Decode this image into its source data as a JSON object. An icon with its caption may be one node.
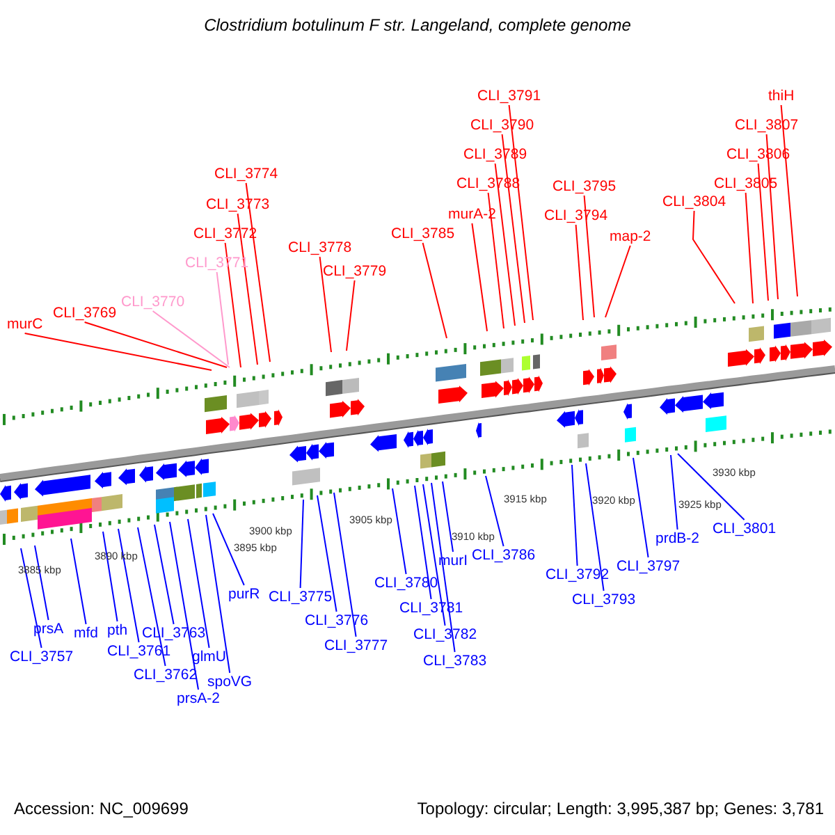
{
  "diagram": {
    "title": "Clostridium botulinum F str. Langeland, complete genome",
    "nodes": [
      {
        "text": [
          "murC"
        ]
      },
      {
        "text": [
          "CLI_3769"
        ]
      },
      {
        "text": [
          "CLI_3770"
        ]
      },
      {
        "text": [
          "CLI_3771"
        ]
      },
      {
        "text": [
          "CLI_3772"
        ]
      },
      {
        "text": [
          "CLI_3773"
        ]
      },
      {
        "text": [
          "CLI_3774"
        ]
      },
      {
        "text": [
          "CLI_3778"
        ]
      },
      {
        "text": [
          "CLI_3779"
        ]
      },
      {
        "text": [
          "CLI_3785"
        ]
      },
      {
        "text": [
          "murA-2"
        ]
      },
      {
        "text": [
          "CLI_3788"
        ]
      },
      {
        "text": [
          "CLI_3789"
        ]
      },
      {
        "text": [
          "CLI_3790"
        ]
      },
      {
        "text": [
          "CLI_3791"
        ]
      },
      {
        "text": [
          "CLI_3794"
        ]
      },
      {
        "text": [
          "CLI_3795"
        ]
      },
      {
        "text": [
          "map-2"
        ]
      },
      {
        "text": [
          "CLI_3804"
        ]
      },
      {
        "text": [
          "CLI_3805"
        ]
      },
      {
        "text": [
          "CLI_3806"
        ]
      },
      {
        "text": [
          "CLI_3807"
        ]
      },
      {
        "text": [
          "thiH"
        ]
      },
      {
        "text": [
          "CLI_3757"
        ]
      },
      {
        "text": [
          "prsA"
        ]
      },
      {
        "text": [
          "mfd"
        ]
      },
      {
        "text": [
          "pth"
        ]
      },
      {
        "text": [
          "CLI_3761"
        ]
      },
      {
        "text": [
          "CLI_3763"
        ]
      },
      {
        "text": [
          "CLI_3762"
        ]
      },
      {
        "text": [
          "prsA-2"
        ]
      },
      {
        "text": [
          "glmU"
        ]
      },
      {
        "text": [
          "spoVG"
        ]
      },
      {
        "text": [
          "purR"
        ]
      },
      {
        "text": [
          "CLI_3775"
        ]
      },
      {
        "text": [
          "CLI_3776"
        ]
      },
      {
        "text": [
          "CLI_3777"
        ]
      },
      {
        "text": [
          "CLI_3780"
        ]
      },
      {
        "text": [
          "CLI_3781"
        ]
      },
      {
        "text": [
          "CLI_3782"
        ]
      },
      {
        "text": [
          "CLI_3783"
        ]
      },
      {
        "text": [
          "murI"
        ]
      },
      {
        "text": [
          "CLI_3786"
        ]
      },
      {
        "text": [
          "CLI_3792"
        ]
      },
      {
        "text": [
          "CLI_3793"
        ]
      },
      {
        "text": [
          "CLI_3797"
        ]
      },
      {
        "text": [
          "prdB-2"
        ]
      },
      {
        "text": [
          "CLI_3801"
        ]
      }
    ],
    "edges": [
      {
        "from": 0,
        "to": null,
        "arrow": "none",
        "color": "#ff0000"
      },
      {
        "from": 1,
        "to": null,
        "arrow": "none",
        "color": "#ff0000"
      },
      {
        "from": 2,
        "to": null,
        "arrow": "none",
        "color": "#ff99cc"
      },
      {
        "from": 3,
        "to": null,
        "arrow": "none",
        "color": "#ff99cc"
      },
      {
        "from": 4,
        "to": null,
        "arrow": "none",
        "color": "#ff0000"
      },
      {
        "from": 5,
        "to": null,
        "arrow": "none",
        "color": "#ff0000"
      },
      {
        "from": 6,
        "to": null,
        "arrow": "none",
        "color": "#ff0000"
      },
      {
        "from": 7,
        "to": null,
        "arrow": "none",
        "color": "#ff0000"
      },
      {
        "from": 8,
        "to": null,
        "arrow": "none",
        "color": "#ff0000"
      },
      {
        "from": 9,
        "to": null,
        "arrow": "none",
        "color": "#ff0000"
      },
      {
        "from": 10,
        "to": null,
        "arrow": "none",
        "color": "#ff0000"
      },
      {
        "from": 11,
        "to": null,
        "arrow": "none",
        "color": "#ff0000"
      },
      {
        "from": 12,
        "to": null,
        "arrow": "none",
        "color": "#ff0000"
      },
      {
        "from": 13,
        "to": null,
        "arrow": "none",
        "color": "#ff0000"
      },
      {
        "from": 14,
        "to": null,
        "arrow": "none",
        "color": "#ff0000"
      },
      {
        "from": 15,
        "to": null,
        "arrow": "none",
        "color": "#ff0000"
      },
      {
        "from": 16,
        "to": null,
        "arrow": "none",
        "color": "#ff0000"
      },
      {
        "from": 17,
        "to": null,
        "arrow": "none",
        "color": "#ff0000"
      },
      {
        "from": 18,
        "to": null,
        "arrow": "none",
        "color": "#ff0000"
      },
      {
        "from": 19,
        "to": null,
        "arrow": "none",
        "color": "#ff0000"
      },
      {
        "from": 20,
        "to": null,
        "arrow": "none",
        "color": "#ff0000"
      },
      {
        "from": 21,
        "to": null,
        "arrow": "none",
        "color": "#ff0000"
      },
      {
        "from": 22,
        "to": null,
        "arrow": "none",
        "color": "#ff0000"
      },
      {
        "from": 23,
        "to": null,
        "arrow": "none"
      },
      {
        "from": 24,
        "to": null,
        "arrow": "none"
      },
      {
        "from": 25,
        "to": null,
        "arrow": "none"
      },
      {
        "from": 26,
        "to": null,
        "arrow": "none"
      },
      {
        "from": 27,
        "to": null,
        "arrow": "none"
      },
      {
        "from": 28,
        "to": null,
        "arrow": "none"
      },
      {
        "from": 29,
        "to": null,
        "arrow": "none"
      },
      {
        "from": 30,
        "to": null,
        "arrow": "none"
      },
      {
        "from": 31,
        "to": null,
        "arrow": "none"
      },
      {
        "from": 32,
        "to": null,
        "arrow": "none"
      },
      {
        "from": 33,
        "to": null,
        "arrow": "none"
      },
      {
        "from": 34,
        "to": null,
        "arrow": "none"
      },
      {
        "from": 35,
        "to": null,
        "arrow": "none"
      },
      {
        "from": 36,
        "to": null,
        "arrow": "none"
      },
      {
        "from": 37,
        "to": null,
        "arrow": "none"
      },
      {
        "from": 38,
        "to": null,
        "arrow": "none"
      },
      {
        "from": 39,
        "to": null,
        "arrow": "none"
      },
      {
        "from": 40,
        "to": null,
        "arrow": "none"
      },
      {
        "from": 41,
        "to": null,
        "arrow": "none"
      },
      {
        "from": 42,
        "to": null,
        "arrow": "none"
      },
      {
        "from": 43,
        "to": null,
        "arrow": "none"
      },
      {
        "from": 44,
        "to": null,
        "arrow": "none"
      },
      {
        "from": 45,
        "to": null,
        "arrow": "none"
      },
      {
        "from": 46,
        "to": null,
        "arrow": "none"
      },
      {
        "from": 47,
        "to": null,
        "arrow": "none"
      }
    ],
    "labels": [
      "3885 kbp",
      "3890 kbp",
      "3895 kbp",
      "3900 kbp",
      "3905 kbp",
      "3910 kbp",
      "3915 kbp",
      "3920 kbp",
      "3925 kbp",
      "3930 kbp",
      "Accession: NC_009699",
      "Topology: circular; Length: 3,995,387 bp; Genes: 3,781"
    ]
  }
}
